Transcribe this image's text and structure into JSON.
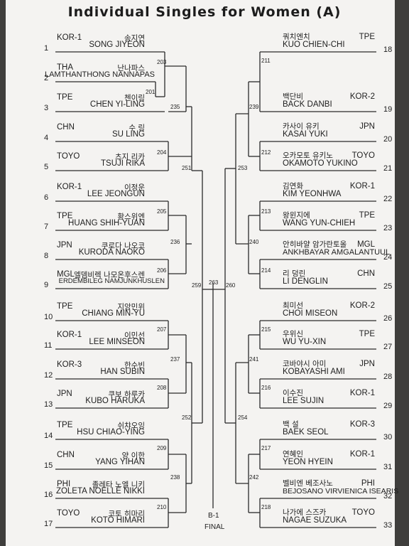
{
  "title": "Individual Singles for Women (A)",
  "left_players": [
    {
      "seed": "1",
      "country": "KOR-1",
      "korean": "송지연",
      "name": "SONG JIYEON"
    },
    {
      "seed": "2",
      "country": "THA",
      "korean": "난나파스",
      "name": "LAMTHANTHONG NANNAPAS"
    },
    {
      "seed": "3",
      "country": "TPE",
      "korean": "첸이링",
      "name": "CHEN YI-LING"
    },
    {
      "seed": "4",
      "country": "CHN",
      "korean": "수 링",
      "name": "SU LING"
    },
    {
      "seed": "5",
      "country": "TOYO",
      "korean": "츠지 리카",
      "name": "TSUJI RIKA"
    },
    {
      "seed": "6",
      "country": "KOR-1",
      "korean": "이정운",
      "name": "LEE JEONGUN"
    },
    {
      "seed": "7",
      "country": "TPE",
      "korean": "황스위엔",
      "name": "HUANG SHIH-YUAN"
    },
    {
      "seed": "8",
      "country": "JPN",
      "korean": "쿠로다 나오코",
      "name": "KURODA NAOKO"
    },
    {
      "seed": "9",
      "country": "MGL",
      "korean": "엘뎀비렉 나모온후스렌",
      "name": "ERDEMBILEG NAMJUNKHUSLEN"
    },
    {
      "seed": "10",
      "country": "TPE",
      "korean": "지앙민위",
      "name": "CHIANG MIN-YU"
    },
    {
      "seed": "11",
      "country": "KOR-1",
      "korean": "이민선",
      "name": "LEE MINSEON"
    },
    {
      "seed": "12",
      "country": "KOR-3",
      "korean": "한수빈",
      "name": "HAN SUBIN"
    },
    {
      "seed": "13",
      "country": "JPN",
      "korean": "쿠보 하루카",
      "name": "KUBO HARUKA"
    },
    {
      "seed": "14",
      "country": "TPE",
      "korean": "쉬챠오잉",
      "name": "HSU CHIAO-YING"
    },
    {
      "seed": "15",
      "country": "CHN",
      "korean": "양 이한",
      "name": "YANG YIHAN"
    },
    {
      "seed": "16",
      "country": "PHI",
      "korean": "졸레타 노엘 니키",
      "name": "ZOLETA NOELLE NIKKI"
    },
    {
      "seed": "17",
      "country": "TOYO",
      "korean": "코토 히마리",
      "name": "KOTO HIMARI"
    }
  ],
  "right_players": [
    {
      "seed": "18",
      "country": "TPE",
      "korean": "쿼치엔치",
      "name": "KUO CHIEN-CHI"
    },
    {
      "seed": "19",
      "country": "KOR-2",
      "korean": "백단비",
      "name": "BACK DANBI"
    },
    {
      "seed": "20",
      "country": "JPN",
      "korean": "카사이 유키",
      "name": "KASAI YUKI"
    },
    {
      "seed": "21",
      "country": "TOYO",
      "korean": "오카모토 유키노",
      "name": "OKAMOTO YUKINO"
    },
    {
      "seed": "22",
      "country": "KOR-1",
      "korean": "김연화",
      "name": "KIM YEONHWA"
    },
    {
      "seed": "23",
      "country": "TPE",
      "korean": "왕윈지에",
      "name": "WANG YUN-CHIEH"
    },
    {
      "seed": "24",
      "country": "MGL",
      "korean": "안히바얄 암가란토올",
      "name": "ANKHBAYAR AMGALANTUUL"
    },
    {
      "seed": "25",
      "country": "CHN",
      "korean": "리 덩린",
      "name": "LI DENGLIN"
    },
    {
      "seed": "26",
      "country": "KOR-2",
      "korean": "최미선",
      "name": "CHOI MISEON"
    },
    {
      "seed": "27",
      "country": "TPE",
      "korean": "우위신",
      "name": "WU YU-XIN"
    },
    {
      "seed": "28",
      "country": "JPN",
      "korean": "코바야시 아미",
      "name": "KOBAYASHI AMI"
    },
    {
      "seed": "29",
      "country": "KOR-1",
      "korean": "이수진",
      "name": "LEE SUJIN"
    },
    {
      "seed": "30",
      "country": "KOR-3",
      "korean": "백 설",
      "name": "BAEK SEOL"
    },
    {
      "seed": "31",
      "country": "KOR-1",
      "korean": "연혜인",
      "name": "YEON HYEIN"
    },
    {
      "seed": "32",
      "country": "PHI",
      "korean": "벨비엔 베조사노",
      "name": "BEJOSANO VIRVIENICA ISEARIS"
    },
    {
      "seed": "33",
      "country": "TOYO",
      "korean": "나가에 스즈카",
      "name": "NAGAE SUZUKA"
    }
  ],
  "left_matches": [
    "203",
    "201",
    "235",
    "204",
    "251",
    "205",
    "236",
    "206",
    "259",
    "207",
    "237",
    "208",
    "252",
    "209",
    "238",
    "210"
  ],
  "right_matches": [
    "211",
    "239",
    "212",
    "253",
    "213",
    "240",
    "214",
    "260",
    "215",
    "241",
    "216",
    "254",
    "217",
    "242",
    "218"
  ],
  "final": {
    "match": "263",
    "court": "B-1",
    "label": "FINAL"
  }
}
